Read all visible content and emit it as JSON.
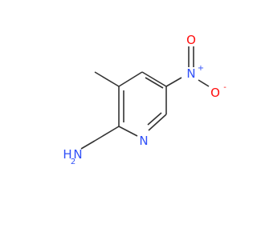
{
  "molecule": {
    "atoms": {
      "ring_nitrogen": "N",
      "nitro_nitrogen": "N",
      "nitro_nitrogen_charge": "+",
      "nitro_oxygen_top": "O",
      "nitro_oxygen_right": "O",
      "nitro_oxygen_right_charge": "-",
      "amine_n": "N",
      "amine_h": "H",
      "amine_h2": "2"
    },
    "colors": {
      "bond": "#333333",
      "nitrogen": "#3050F8",
      "oxygen": "#FF0D0D",
      "carbon_h": "#333333"
    }
  }
}
